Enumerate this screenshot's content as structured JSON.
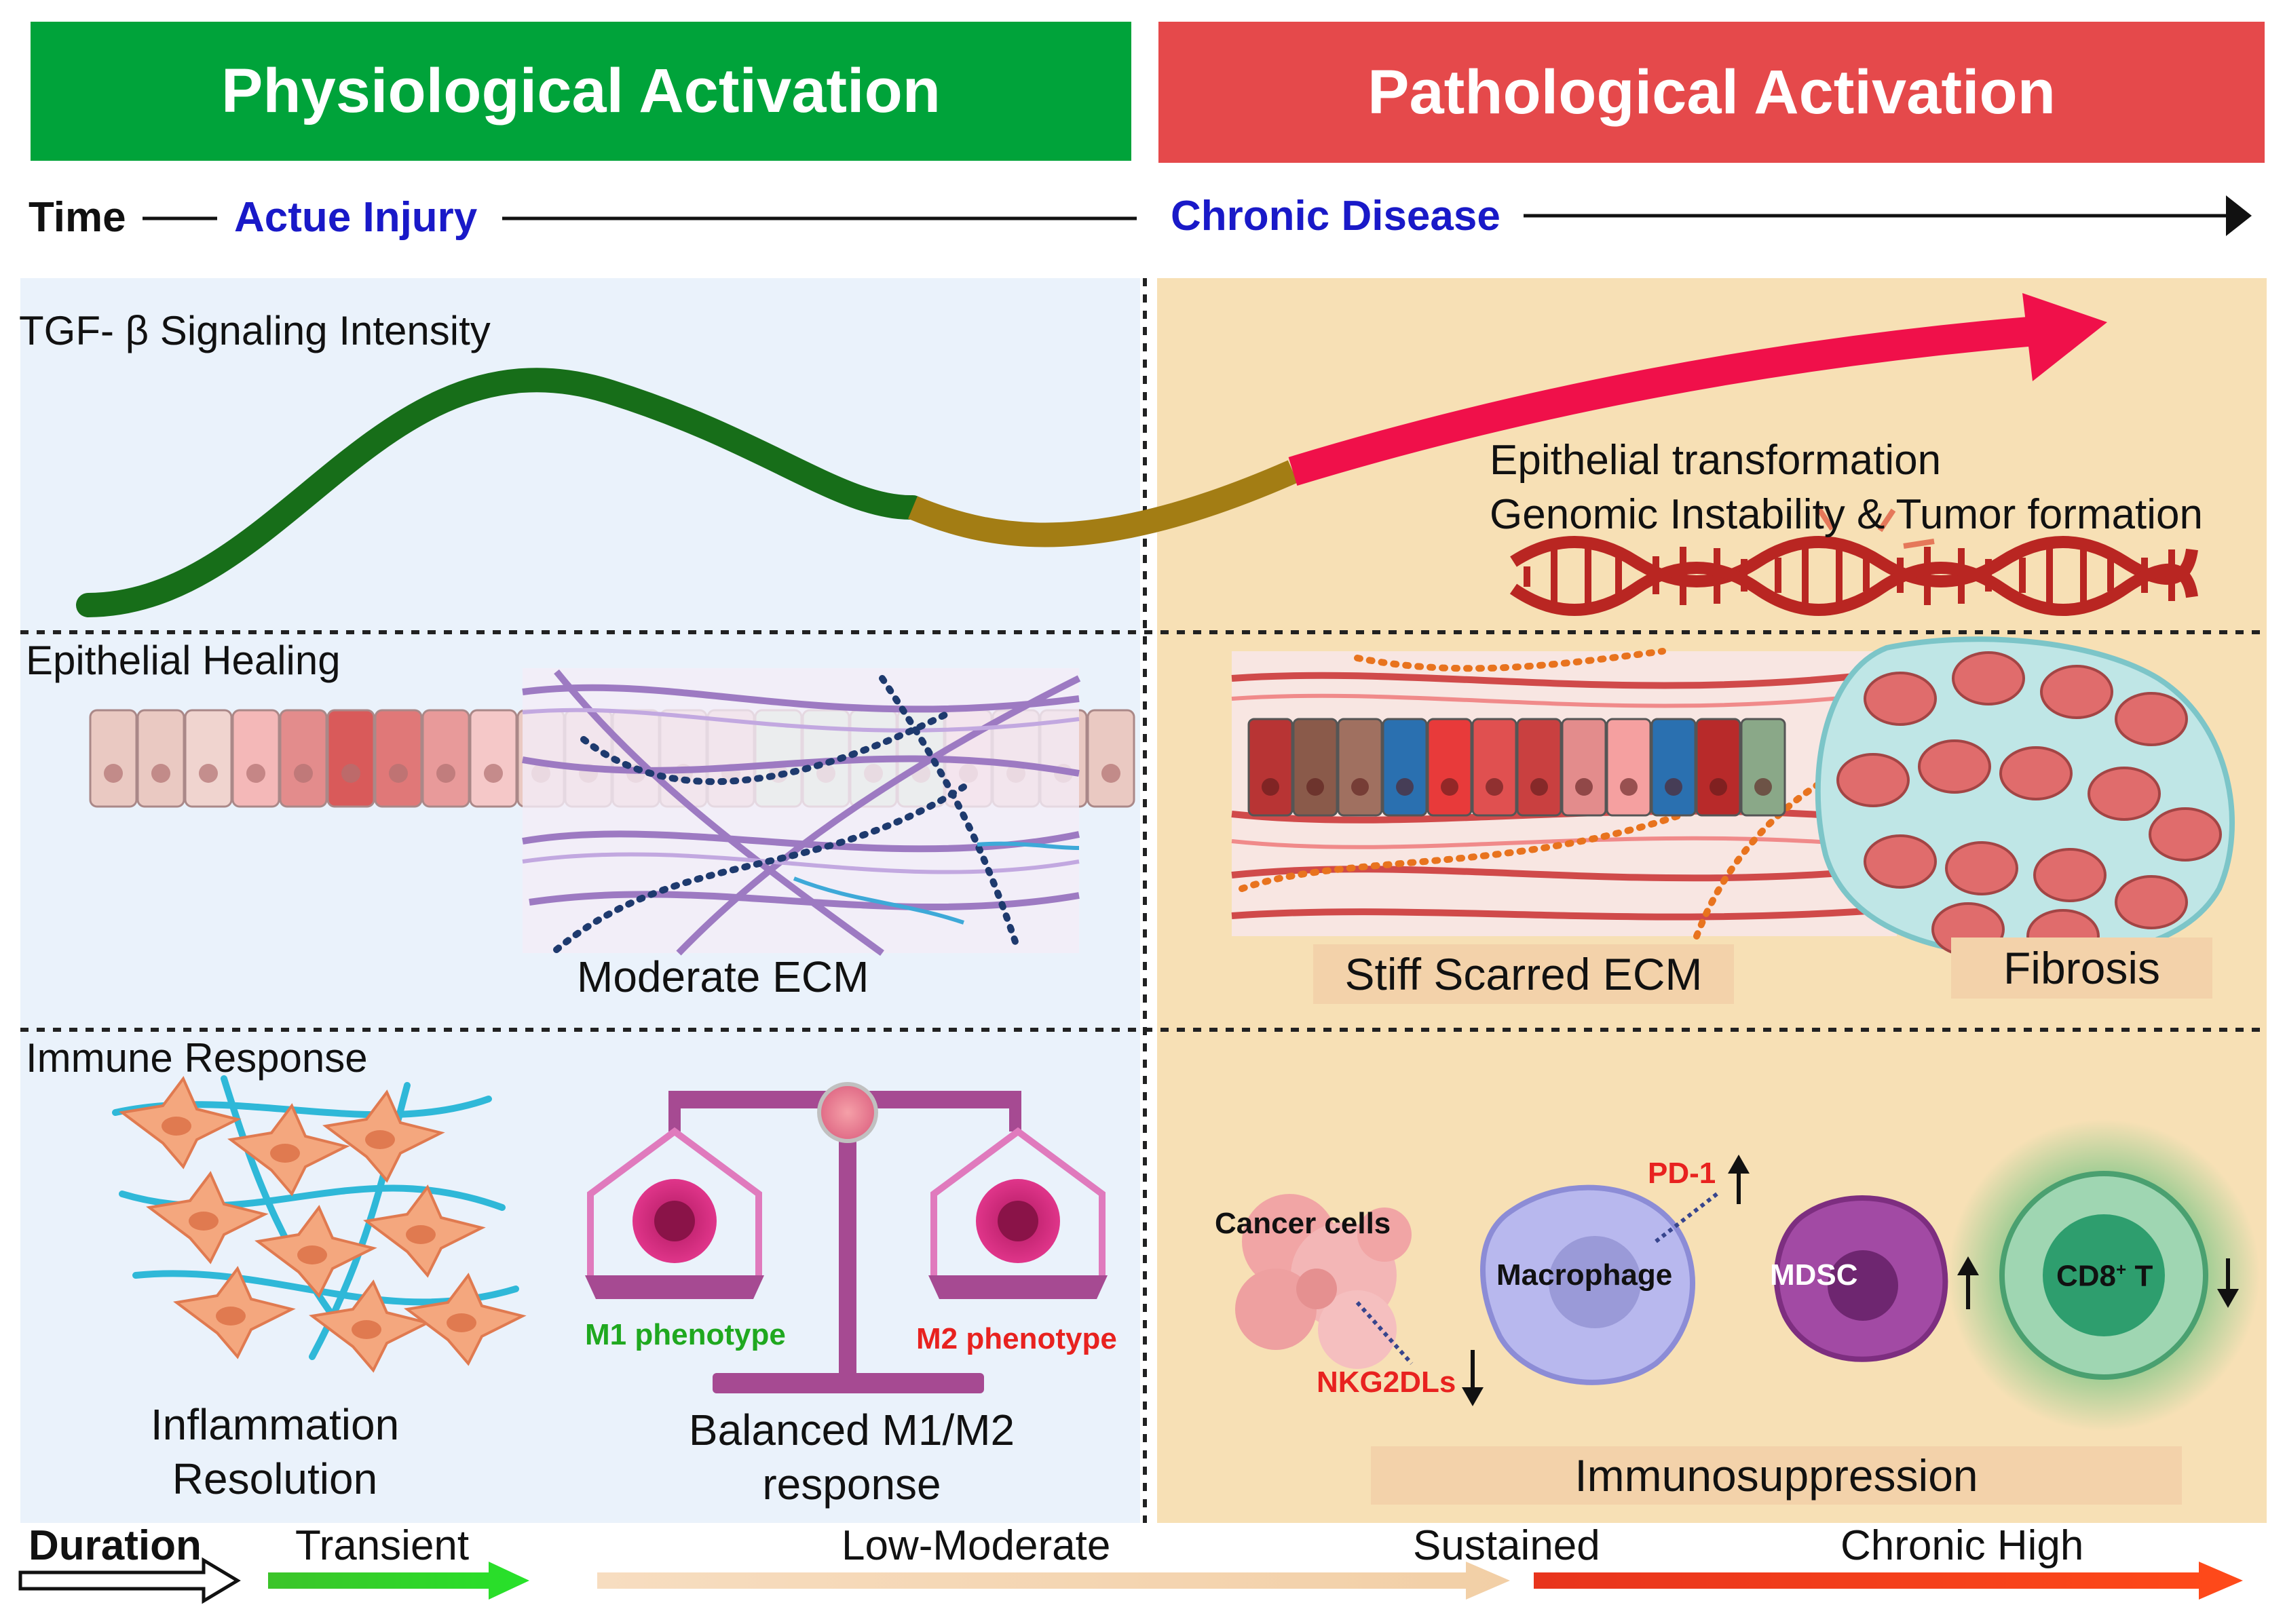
{
  "headers": {
    "physiological": "Physiological Activation",
    "pathological": "Pathological Activation"
  },
  "timeline": {
    "time": "Time",
    "acute": "Actue Injury",
    "chronic": "Chronic Disease"
  },
  "rows": {
    "signaling": "TGF- β Signaling Intensity",
    "epithelial": "Epithelial Healing",
    "immune": "Immune Response"
  },
  "signaling": {
    "line1": "Epithelial transformation",
    "line2": "Genomic Instability & Tumor formation"
  },
  "ecm": {
    "moderate": "Moderate ECM",
    "stiff": "Stiff Scarred ECM",
    "fibrosis": "Fibrosis"
  },
  "immune": {
    "inflammation_line1": "Inflammation",
    "inflammation_line2": "Resolution",
    "m1": "M1 phenotype",
    "m2": "M2 phenotype",
    "balanced_line1": "Balanced M1/M2",
    "balanced_line2": "response",
    "cancer": "Cancer cells",
    "pd1": "PD-1",
    "macrophage": "Macrophage",
    "mdsc": "MDSC",
    "cd8": "CD8",
    "cd8_sup": "+",
    "cd8_suffix": " T",
    "nkg2dls": "NKG2DLs",
    "immunosuppression": "Immunosuppression"
  },
  "duration": {
    "label": "Duration",
    "transient": "Transient",
    "low_moderate": "Low-Moderate",
    "sustained": "Sustained",
    "chronic_high": "Chronic High"
  },
  "colors": {
    "green_banner": "#00a33a",
    "red_banner": "#e5494b",
    "left_bg": "#eaf2fb",
    "right_bg": "#f7e0b5",
    "blue_text": "#1919c8",
    "curve_green": "#176e19",
    "curve_olive": "#a37d14",
    "curve_red": "#f0104a",
    "label_box": "#f3d2aa",
    "red_text": "#e8221f",
    "green_text": "#1fa81f"
  }
}
